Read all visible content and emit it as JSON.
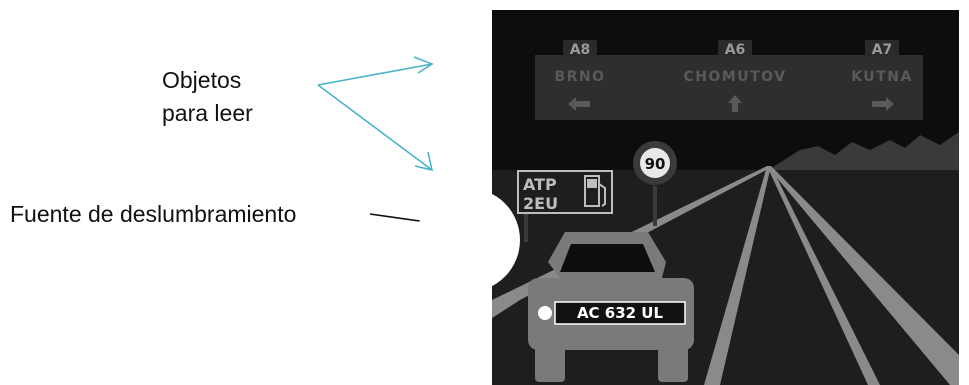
{
  "annotations": {
    "readable_objects_line1": "Objetos",
    "readable_objects_line2": "para leer",
    "glare_source": "Fuente de deslumbramiento"
  },
  "overhead_sign": {
    "routes": [
      {
        "number": "A8",
        "city": "BRNO",
        "direction": "left"
      },
      {
        "number": "A6",
        "city": "CHOMUTOV",
        "direction": "straight"
      },
      {
        "number": "A7",
        "city": "KUTNA",
        "direction": "right"
      }
    ]
  },
  "speed_sign": "90",
  "service_sign": {
    "line1": "ATP",
    "line2": "2EU",
    "icon": "fuel-pump-icon"
  },
  "license_plate": "AC 632 UL",
  "colors": {
    "sky": "#0d0d0d",
    "road": "#1e1e1e",
    "sign_panel": "#2e2e2e",
    "sign_text": "#5a5a5a",
    "lane_marking": "#8a8a8a",
    "car_body": "#7a7a7a",
    "annotation_arrow_teal": "#4bb3c8",
    "glare_white": "#ffffff"
  }
}
